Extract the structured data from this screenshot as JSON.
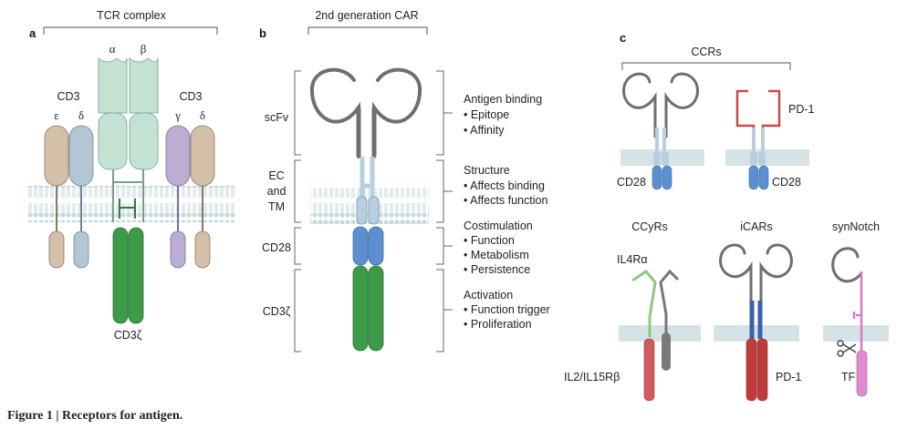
{
  "caption": "Figure 1 | Receptors for antigen.",
  "panel_a": {
    "letter": "a",
    "title": "TCR complex",
    "cd3_left": "CD3",
    "cd3_right": "CD3",
    "epsilon": "ε",
    "delta_left": "δ",
    "alpha": "α",
    "beta": "β",
    "gamma": "γ",
    "delta_right": "δ",
    "cd3zeta": "CD3ζ"
  },
  "panel_b": {
    "letter": "b",
    "title": "2nd generation CAR",
    "domains": [
      "scFv",
      "EC",
      "and",
      "TM",
      "CD28",
      "CD3ζ"
    ],
    "functions": [
      {
        "heading": "Antigen binding",
        "items": [
          "• Epitope",
          "• Affinity"
        ]
      },
      {
        "heading": "Structure",
        "items": [
          "• Affects binding",
          "• Affects function"
        ]
      },
      {
        "heading": "Costimulation",
        "items": [
          "• Function",
          "• Metabolism",
          "• Persistence"
        ]
      },
      {
        "heading": "Activation",
        "items": [
          "• Function trigger",
          "• Proliferation"
        ]
      }
    ]
  },
  "panel_c": {
    "letter": "c",
    "ccrs_title": "CCRs",
    "ccr1_label": "CD28",
    "pd1_label": "PD-1",
    "ccr2_label": "CD28",
    "ccyrs_title": "CCyRs",
    "il4ra": "IL4Rα",
    "il2": "IL2/IL15Rβ",
    "icars_title": "iCARs",
    "icar_label": "PD-1",
    "synnotch_title": "synNotch",
    "tf_label": "TF"
  },
  "colors": {
    "membrane": "#d5e3e6",
    "tcr": "#c3e2d4",
    "cd3_eps": "#d4bfa9",
    "cd3_del": "#b3c6d3",
    "cd3_gam": "#bcaed2",
    "zeta": "#3d9a47",
    "cd28": "#5b8fcf",
    "pd1_red": "#c94a4a",
    "il4_green": "#8fc780",
    "icar_blue": "#3c5fae",
    "notch_pink": "#d67cc3",
    "scfv_grey": "#6f6f6f"
  }
}
